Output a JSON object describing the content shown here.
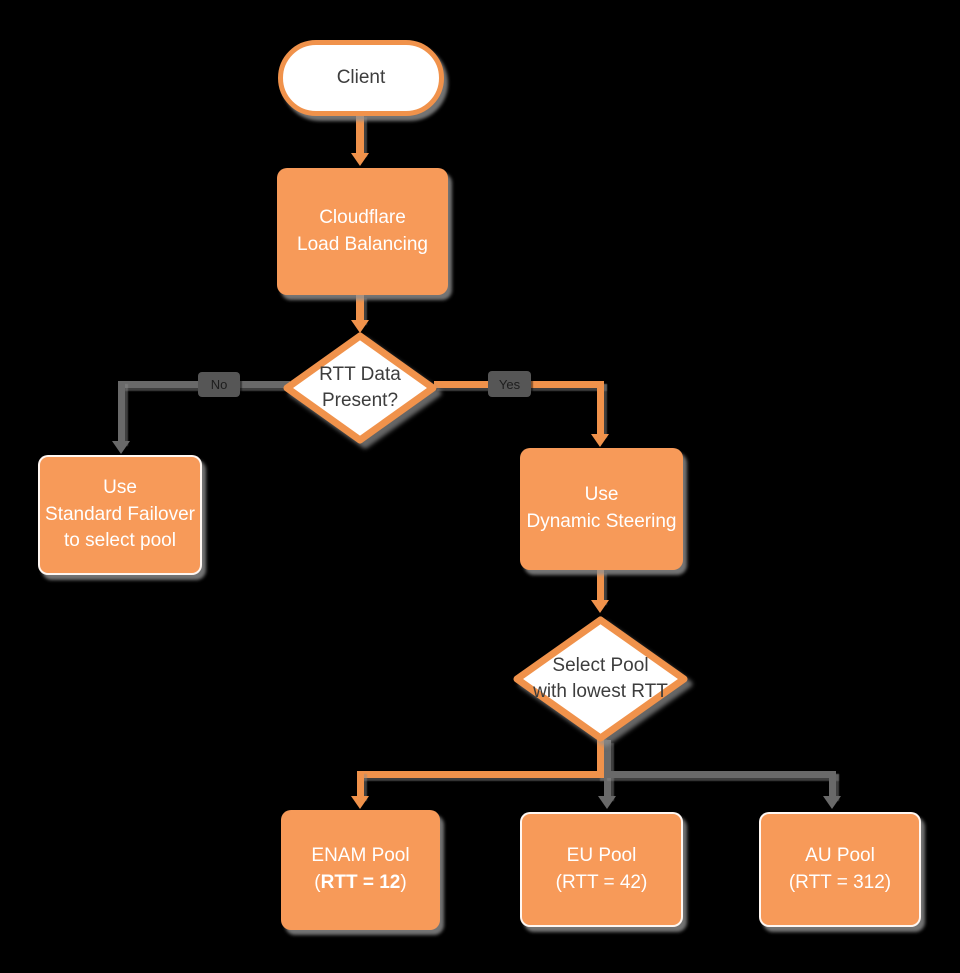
{
  "diagram_title": "Cloudflare Load Balancing RTT steering flowchart",
  "colors": {
    "background": "#000000",
    "node_fill_orange": "#F79A59",
    "line_orange": "#F0924B",
    "line_gray": "#696969",
    "edge_label_bg": "#565656",
    "node_text_light": "#ffffff",
    "node_text_dark": "#3d3d3d"
  },
  "nodes": {
    "client": {
      "label": "Client",
      "shape": "terminator"
    },
    "cloudflare": {
      "label": "Cloudflare\nLoad Balancing",
      "shape": "process"
    },
    "rtt_decision": {
      "label": "RTT Data\nPresent?",
      "shape": "decision"
    },
    "standard_failover": {
      "label": "Use\nStandard Failover\nto select pool",
      "shape": "process"
    },
    "dynamic_steering": {
      "label": "Use\nDynamic Steering",
      "shape": "process"
    },
    "select_pool": {
      "label": "Select Pool\nwith lowest RTT",
      "shape": "decision"
    },
    "enam_pool": {
      "line1": "ENAM Pool",
      "paren_open": "(",
      "rtt_bold": "RTT = 12",
      "paren_close": ")"
    },
    "eu_pool": {
      "label": "EU Pool\n(RTT = 42)",
      "shape": "process"
    },
    "au_pool": {
      "label": "AU Pool\n(RTT = 312)",
      "shape": "process"
    }
  },
  "edges": {
    "no_label": "No",
    "yes_label": "Yes",
    "connections": [
      {
        "from": "Client",
        "to": "Cloudflare Load Balancing",
        "label": "",
        "color": "orange"
      },
      {
        "from": "Cloudflare Load Balancing",
        "to": "RTT Data Present?",
        "label": "",
        "color": "orange"
      },
      {
        "from": "RTT Data Present?",
        "to": "Use Standard Failover to select pool",
        "label": "No",
        "color": "gray"
      },
      {
        "from": "RTT Data Present?",
        "to": "Use Dynamic Steering",
        "label": "Yes",
        "color": "orange"
      },
      {
        "from": "Use Dynamic Steering",
        "to": "Select Pool with lowest RTT",
        "label": "",
        "color": "orange"
      },
      {
        "from": "Select Pool with lowest RTT",
        "to": "ENAM Pool (RTT = 12)",
        "label": "",
        "color": "orange"
      },
      {
        "from": "Select Pool with lowest RTT",
        "to": "EU Pool (RTT = 42)",
        "label": "",
        "color": "gray"
      },
      {
        "from": "Select Pool with lowest RTT",
        "to": "AU Pool (RTT = 312)",
        "label": "",
        "color": "gray"
      }
    ]
  }
}
